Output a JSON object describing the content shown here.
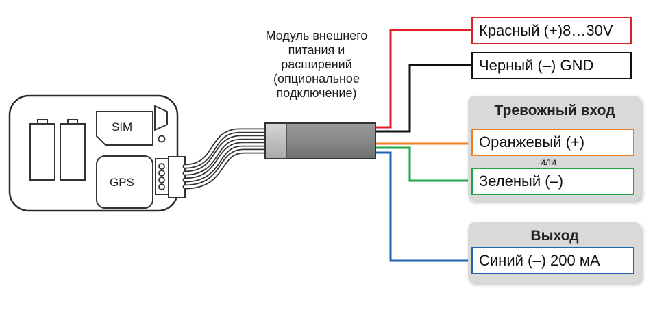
{
  "module": {
    "caption_lines": [
      "Модуль внешнего",
      "питания и",
      "расширений",
      "(опциональное",
      "подключение)"
    ]
  },
  "tracker": {
    "sim_label": "SIM",
    "gps_label": "GPS"
  },
  "wires": {
    "red": {
      "label": "Красный (+)8…30V",
      "color": "#e31e24"
    },
    "black": {
      "label": "Черный (–) GND",
      "color": "#111111"
    },
    "orange": {
      "label": "Оранжевый (+)",
      "color": "#ef7d22"
    },
    "green": {
      "label": "Зеленый (–)",
      "color": "#1fa647"
    },
    "blue": {
      "label": "Синий (–) 200 мА",
      "color": "#1f66b0"
    }
  },
  "alarm_input": {
    "title": "Тревожный вход",
    "or_label": "или"
  },
  "output": {
    "title": "Выход"
  }
}
